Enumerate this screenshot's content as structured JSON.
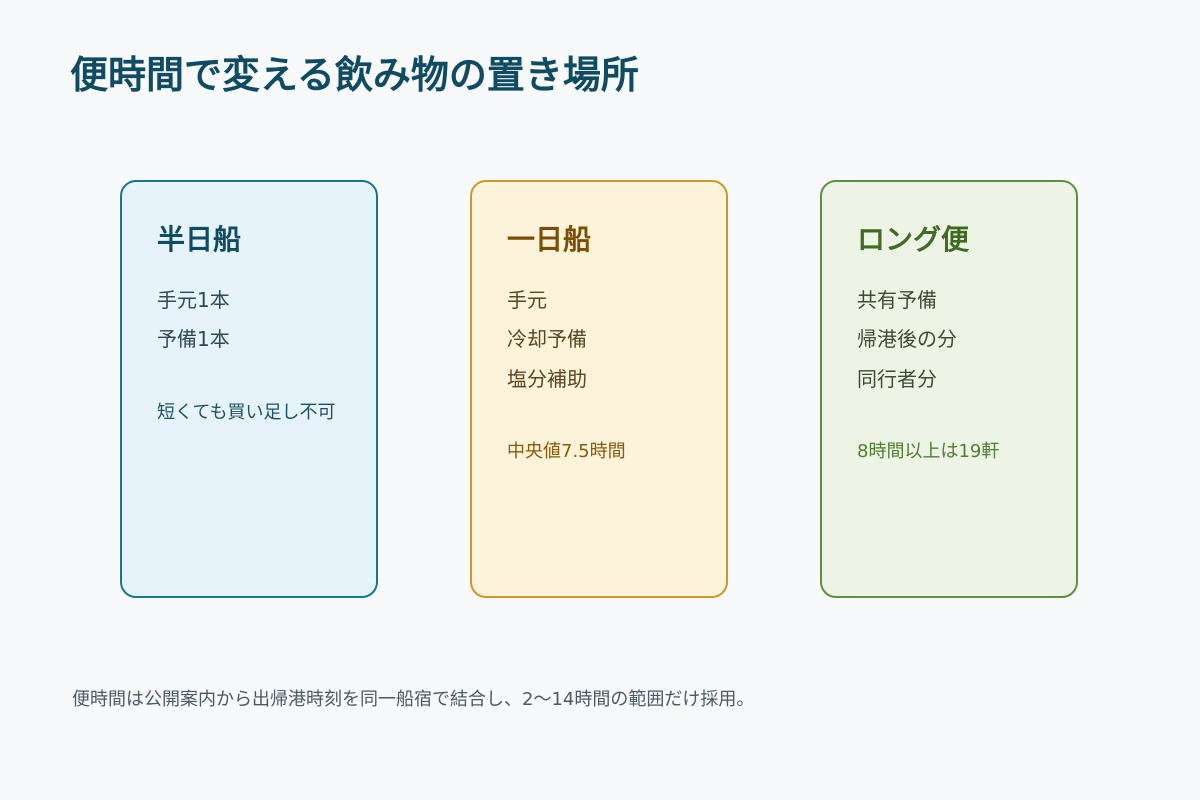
{
  "title": "便時間で変える飲み物の置き場所",
  "cards": [
    {
      "heading": "半日船",
      "items": [
        "手元1本",
        "予備1本"
      ],
      "note": "短くても買い足し不可",
      "colors": {
        "border": "#1a7690",
        "background": "#e6f3fa",
        "heading": "#0f4c63"
      }
    },
    {
      "heading": "一日船",
      "items": [
        "手元",
        "冷却予備",
        "塩分補助"
      ],
      "note": "中央値7.5時間",
      "colors": {
        "border": "#c99a2a",
        "background": "#fdf3da",
        "heading": "#7a4e04"
      }
    },
    {
      "heading": "ロング便",
      "items": [
        "共有予備",
        "帰港後の分",
        "同行者分"
      ],
      "note": "8時間以上は19軒",
      "colors": {
        "border": "#5d9140",
        "background": "#edf4e5",
        "heading": "#3f6b24"
      }
    }
  ],
  "footer": "便時間は公開案内から出帰港時刻を同一船宿で結合し、2〜14時間の範囲だけ採用。"
}
